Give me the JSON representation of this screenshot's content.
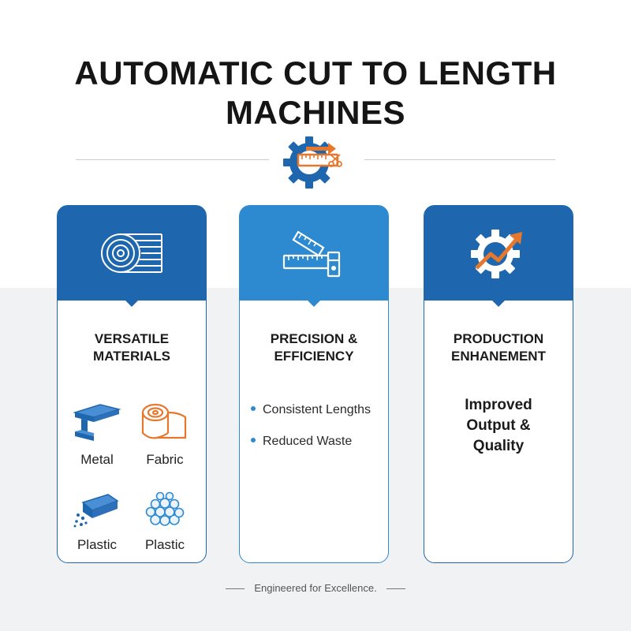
{
  "title_line1": "AUTOMATIC CUT TO LENGTH",
  "title_line2": "MACHINES",
  "cards": [
    {
      "title_line1": "VERSATILE",
      "title_line2": "MATERIALS",
      "icon": "material-roll-icon",
      "materials": [
        {
          "label": "Metal",
          "icon": "metal-beam-icon"
        },
        {
          "label": "Fabric",
          "icon": "fabric-roll-icon"
        },
        {
          "label": "Plastic",
          "icon": "plastic-bag-icon"
        },
        {
          "label": "Plastic",
          "icon": "plastic-pellets-icon"
        }
      ]
    },
    {
      "title_line1": "PRECISION &",
      "title_line2": "EFFICIENCY",
      "icon": "ruler-caliper-icon",
      "bullets": [
        "Consistent Lengths",
        "Reduced Waste"
      ]
    },
    {
      "title_line1": "PRODUCTION",
      "title_line2": "ENHANEMENT",
      "icon": "gear-growth-icon",
      "text_line1": "Improved",
      "text_line2": "Output &",
      "text_line3": "Quality"
    }
  ],
  "footer": "Engineered for Excellence.",
  "colors": {
    "dark_blue": "#1e66ad",
    "mid_blue": "#2d8ad0",
    "orange": "#e8772e"
  }
}
